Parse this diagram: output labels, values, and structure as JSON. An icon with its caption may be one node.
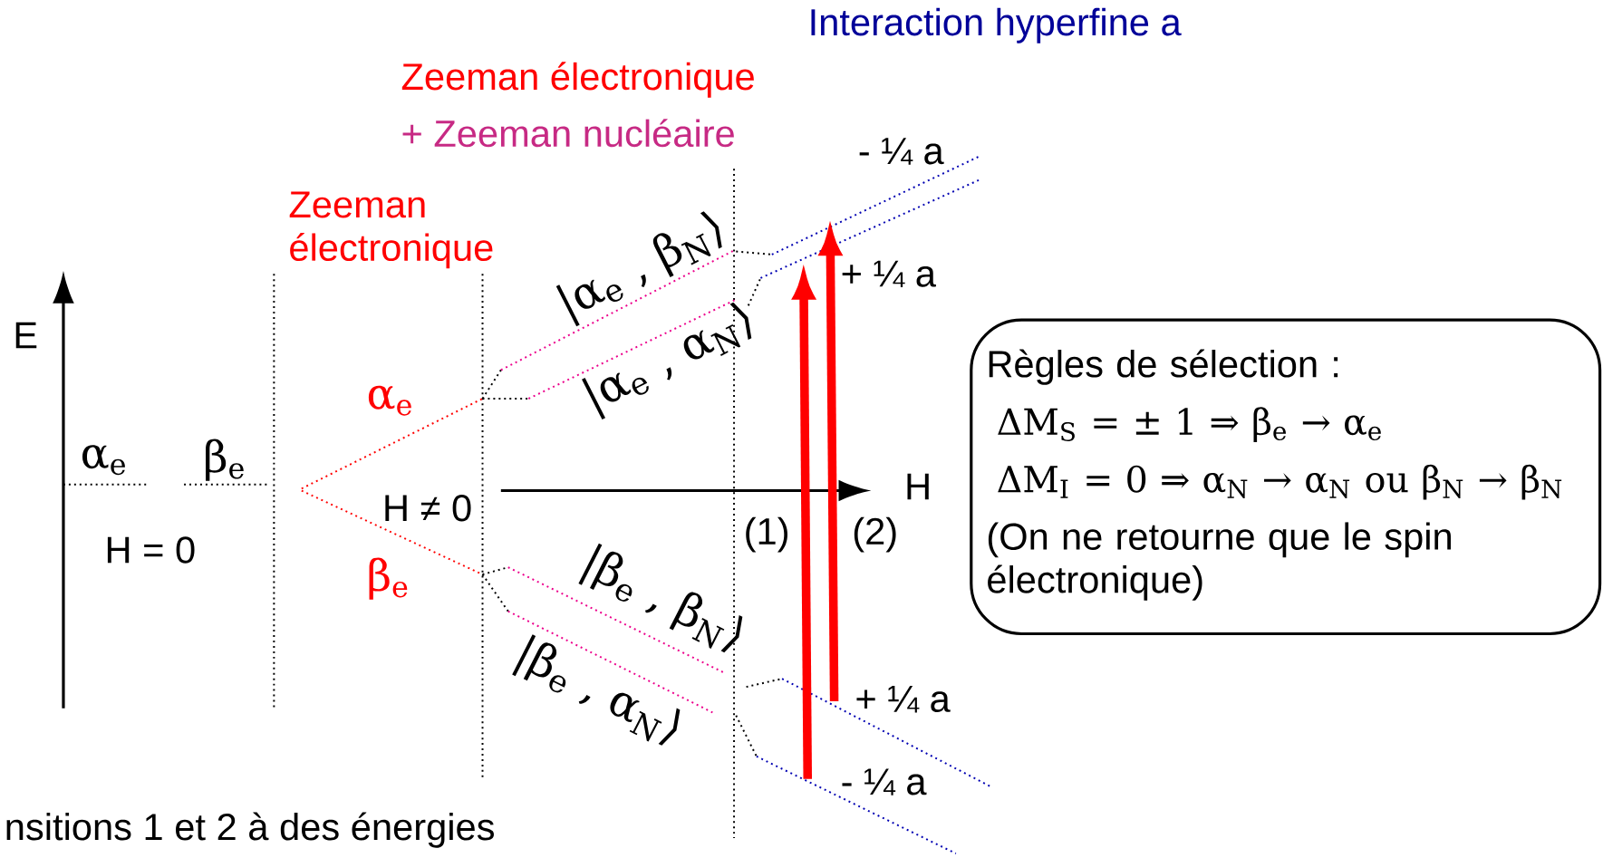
{
  "diagram": {
    "title": "Interaction hyperfine a",
    "nodes": [
      {
        "text": [
          "Règles de sélection :",
          "ΔM$_{S}$ = ± 1  ⇒ β$_{e}$ → α$_{e}$",
          "ΔM$_{I}$ =  0 ⇒ α$_{N}$ → α$_{N}$ ou β$_{N}$ → β$_{N}$",
          "(On ne retourne que le spin électronique)"
        ]
      }
    ],
    "labels": [
      "Zeeman électronique",
      "+ Zeeman nucléaire",
      "- ¼ a",
      "Zeeman électronique",
      "|α$_{e}$ , β$_{N}$⟩",
      "+ ¼ a",
      "E",
      "|α$_{e}$ , α$_{N}$⟩",
      "α$_{e}$",
      "α$_{e}$",
      "β$_{e}$",
      "H ≠ 0",
      "H",
      "(1)",
      "(2)",
      "H = 0",
      "β$_{e}$",
      "|β$_{e}$ , β$_{N}$⟩",
      "+ ¼ a",
      "|β$_{e}$ , α$_{N}$⟩",
      "- ¼ a",
      "nsitions 1 et 2 à des énergies"
    ]
  }
}
